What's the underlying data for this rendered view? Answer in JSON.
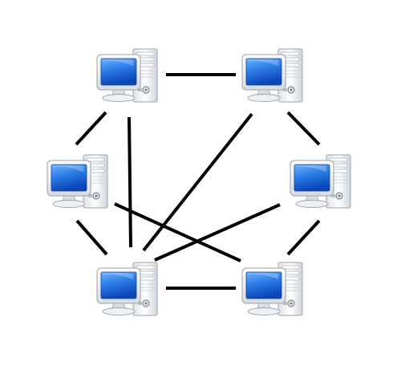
{
  "diagram": {
    "type": "network-topology",
    "node_icon": "desktop-computer-icon",
    "colors": {
      "background": "#ffffff",
      "link": "#000000",
      "screen": "#1f63d6",
      "case": "#eef0f3",
      "outline": "#9aa3ad"
    },
    "nodes": [
      {
        "id": "top-left"
      },
      {
        "id": "top-right"
      },
      {
        "id": "middle-left"
      },
      {
        "id": "middle-right"
      },
      {
        "id": "bottom-left"
      },
      {
        "id": "bottom-right"
      }
    ],
    "links": [
      {
        "from": "top-left",
        "to": "top-right"
      },
      {
        "from": "top-left",
        "to": "middle-left"
      },
      {
        "from": "top-left",
        "to": "bottom-left"
      },
      {
        "from": "top-right",
        "to": "middle-right"
      },
      {
        "from": "top-right",
        "to": "bottom-left"
      },
      {
        "from": "middle-left",
        "to": "bottom-left"
      },
      {
        "from": "middle-left",
        "to": "bottom-right"
      },
      {
        "from": "middle-right",
        "to": "bottom-left"
      },
      {
        "from": "middle-right",
        "to": "bottom-right"
      },
      {
        "from": "bottom-left",
        "to": "bottom-right"
      }
    ]
  }
}
